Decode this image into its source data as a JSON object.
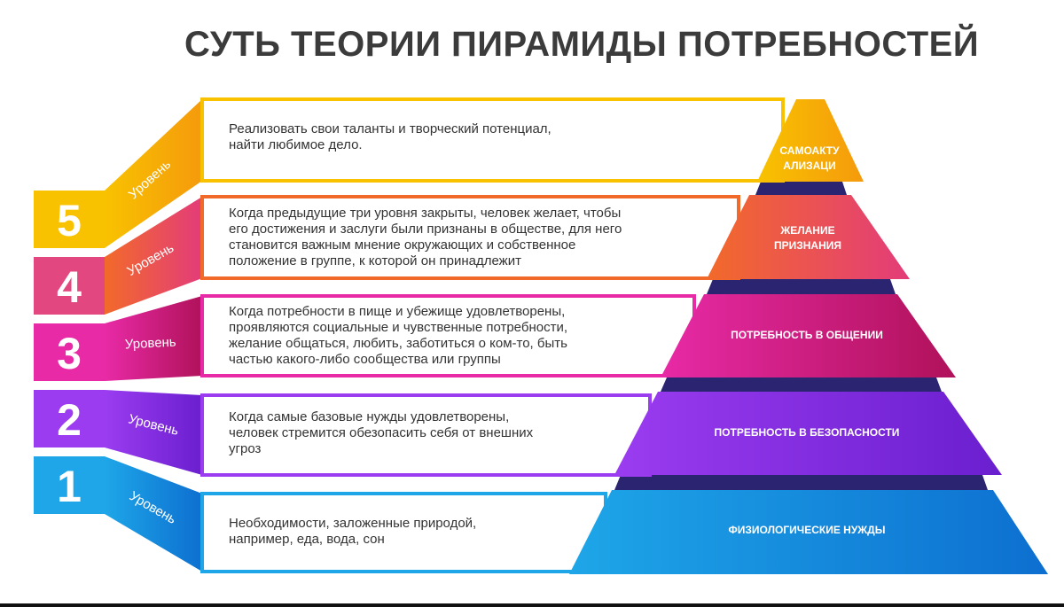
{
  "title": "СУТЬ ТЕОРИИ ПИРАМИДЫ ПОТРЕБНОСТЕЙ",
  "level_word": "Уровень",
  "levels": [
    {
      "number": "1",
      "name": "ФИЗИОЛОГИЧЕСКИЕ НУЖДЫ",
      "description": [
        "Необходимости, заложенные природой,",
        "например, еда, вода, сон"
      ],
      "color_light": "#1ea6e8",
      "color_dark": "#0d6fd0"
    },
    {
      "number": "2",
      "name": "ПОТРЕБНОСТЬ В БЕЗОПАСНОСТИ",
      "description": [
        "Когда самые базовые нужды удовлетворены,",
        "человек стремится обезопасить себя от внешних",
        "угроз"
      ],
      "color_light": "#9b3cf0",
      "color_dark": "#6a1fcf"
    },
    {
      "number": "3",
      "name": "ПОТРЕБНОСТЬ В ОБЩЕНИИ",
      "description": [
        "Когда потребности в пище и убежище удовлетворены,",
        "проявляются социальные и чувственные потребности,",
        "желание общаться, любить, заботиться о ком-то, быть",
        "частью какого-либо сообщества или группы"
      ],
      "color_light": "#e82aa6",
      "color_dark": "#b0125a"
    },
    {
      "number": "4",
      "name": [
        "ЖЕЛАНИЕ",
        "ПРИЗНАНИЯ"
      ],
      "description": [
        "Когда предыдущие три уровня закрыты, человек желает, чтобы",
        "его достижения и заслуги были признаны в обществе, для него",
        "становится важным мнение окружающих и собственное",
        "положение в группе, к которой он принадлежит"
      ],
      "color_light": "#f26a2a",
      "color_dark": "#e33c7a"
    },
    {
      "number": "5",
      "name": [
        "САМОАКТУ",
        "АЛИЗАЦИ"
      ],
      "description": [
        "Реализовать свои таланты и творческий потенциал,",
        "найти любимое дело."
      ],
      "color_light": "#f8c200",
      "color_dark": "#f59a0c"
    }
  ],
  "colors": {
    "title": "#3b3b3b",
    "gap_band": "#2b2470",
    "text": "#333333"
  }
}
